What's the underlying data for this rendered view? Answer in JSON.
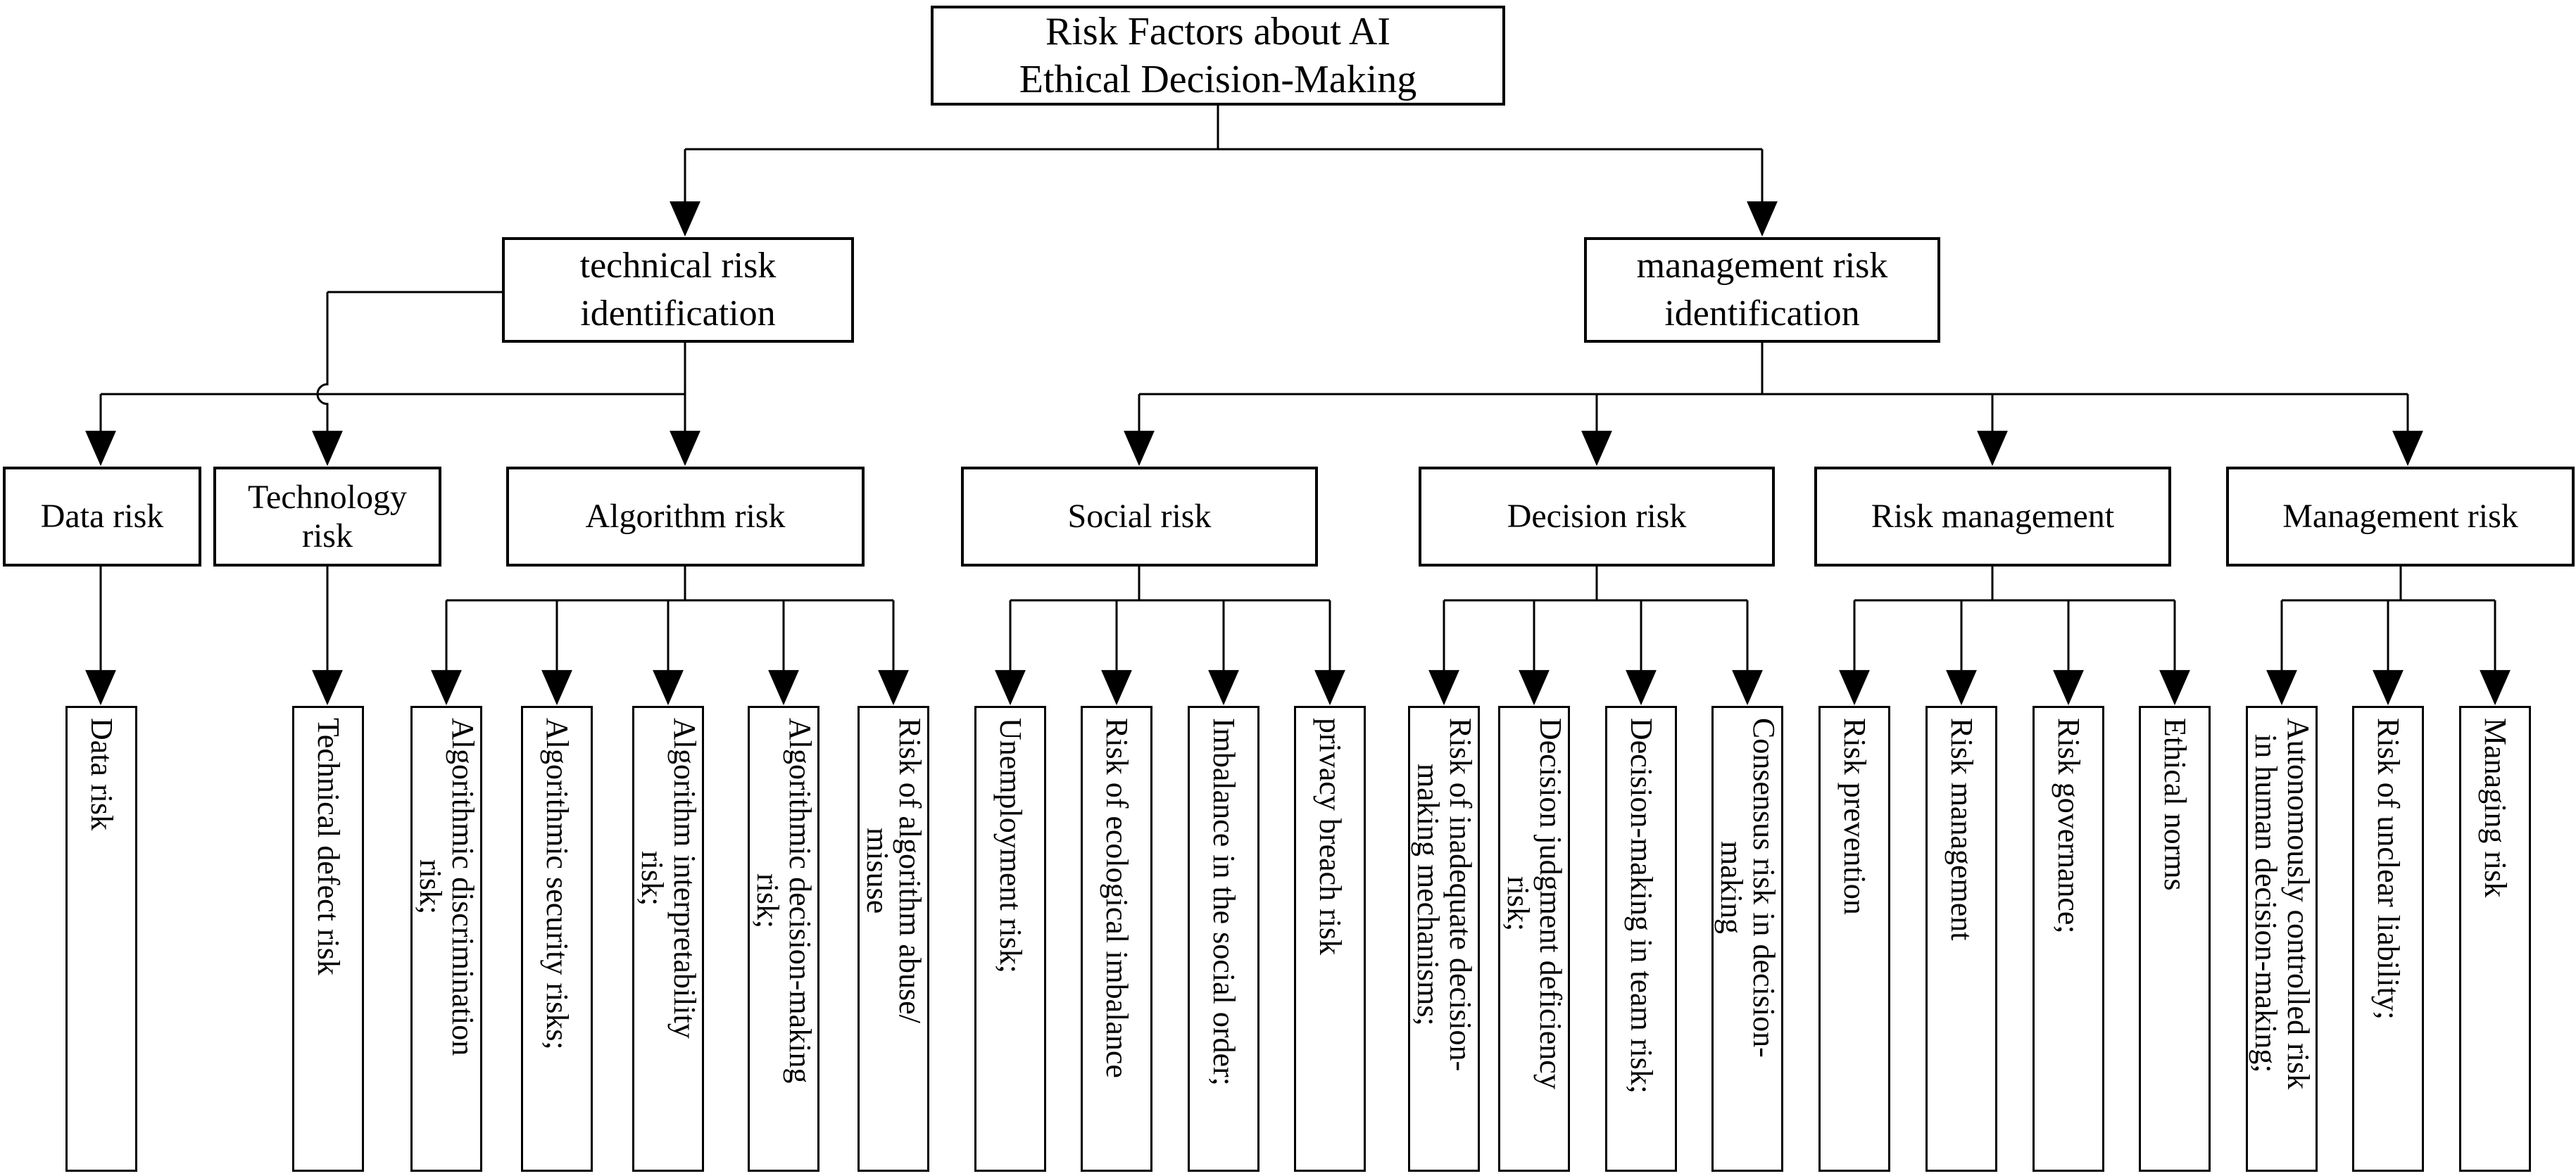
{
  "diagram_title": "Risk Factors about AI Ethical Decision-Making",
  "tree": {
    "root": {
      "label": "Risk Factors about AI\nEthical Decision-Making"
    },
    "branches": [
      {
        "label": "technical risk\nidentification",
        "children": [
          {
            "label": "Data risk",
            "leaves": [
              {
                "label": "Data risk"
              }
            ]
          },
          {
            "label": "Technology\nrisk",
            "leaves": [
              {
                "label": "Technical defect risk"
              }
            ]
          },
          {
            "label": "Algorithm risk",
            "leaves": [
              {
                "label": "Algorithmic discrimination\nrisk;"
              },
              {
                "label": "Algorithmic security risks;"
              },
              {
                "label": "Algorithm interpretability\nrisk;"
              },
              {
                "label": "Algorithmic decision-making\nrisk;"
              },
              {
                "label": "Risk of algorithm abuse/\nmisuse"
              }
            ]
          }
        ]
      },
      {
        "label": "management risk\nidentification",
        "children": [
          {
            "label": "Social risk",
            "leaves": [
              {
                "label": "Unemployment risk;"
              },
              {
                "label": "Risk of ecological imbalance"
              },
              {
                "label": "Imbalance in the social order;"
              },
              {
                "label": "privacy breach risk"
              }
            ]
          },
          {
            "label": "Decision risk",
            "leaves": [
              {
                "label": "Risk of inadequate decision-\nmaking mechanisms;"
              },
              {
                "label": "Decision judgment deficiency\nrisk;"
              },
              {
                "label": "Decision-making in team risk;"
              },
              {
                "label": "Consensus risk in decision-\nmaking"
              }
            ]
          },
          {
            "label": "Risk management",
            "leaves": [
              {
                "label": "Risk prevention"
              },
              {
                "label": "Risk management"
              },
              {
                "label": "Risk governance;"
              },
              {
                "label": "Ethical norms"
              }
            ]
          },
          {
            "label": "Management risk",
            "leaves": [
              {
                "label": "Autonomously controlled risk\nin human decision-making;"
              },
              {
                "label": "Risk of unclear liability;"
              },
              {
                "label": "Managing risk"
              }
            ]
          }
        ]
      }
    ]
  },
  "colors": {
    "line": "#000000",
    "background": "#ffffff",
    "text": "#000000"
  }
}
